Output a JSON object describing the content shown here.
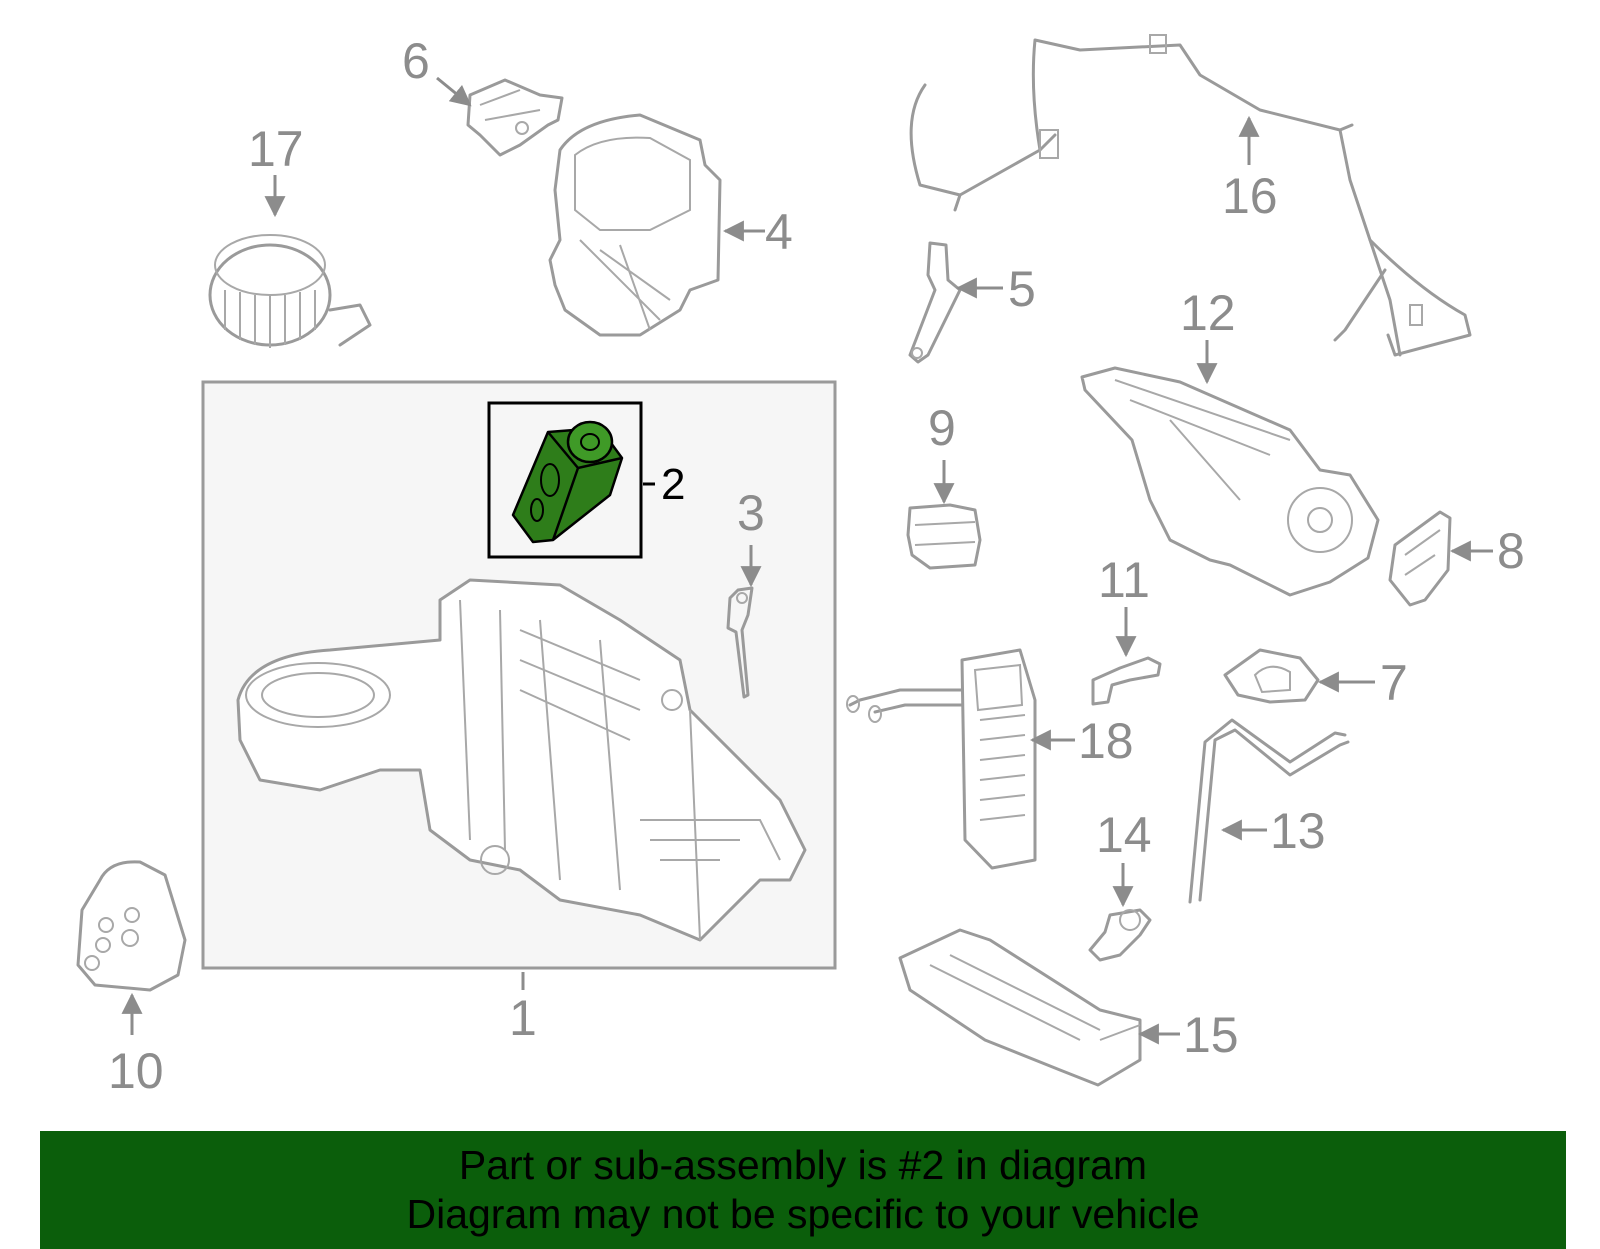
{
  "callouts": {
    "c1": "1",
    "c2": "2",
    "c3": "3",
    "c4": "4",
    "c5": "5",
    "c6": "6",
    "c7": "7",
    "c8": "8",
    "c9": "9",
    "c10": "10",
    "c11": "11",
    "c12": "12",
    "c13": "13",
    "c14": "14",
    "c15": "15",
    "c16": "16",
    "c17": "17",
    "c18": "18"
  },
  "highlighted_part": "2",
  "colors": {
    "highlight_fill": "#2e7d1a",
    "banner_bg": "#0b5e0b",
    "line_art": "#9a9a9a",
    "assembly_box_bg": "#f6f6f6"
  },
  "banner": {
    "line1": "Part or sub-assembly is #2 in diagram",
    "line2": "Diagram may not be specific to your vehicle"
  }
}
